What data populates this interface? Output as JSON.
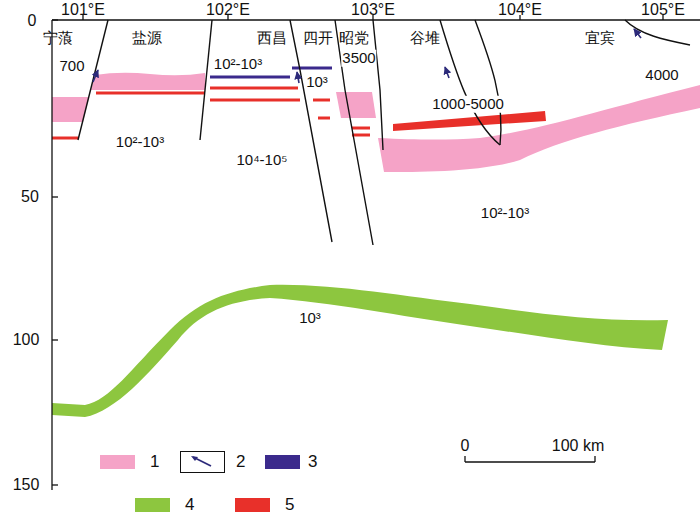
{
  "diagram": {
    "labels": [
      "101°E",
      "102°E",
      "103°E",
      "104°E",
      "105°E",
      "宁蒗",
      "盐源",
      "西昌",
      "四开",
      "昭党",
      "谷堆",
      "宜宾",
      "0",
      "50",
      "100",
      "150",
      "700",
      "10²-10³",
      "10³",
      "3500",
      "10²-10³",
      "10⁴-10⁵",
      "1000-5000",
      "10²-10³",
      "10³",
      "4000",
      "0",
      "100 km"
    ],
    "legend": [
      {
        "text": "1",
        "color": "#f5a3c7"
      },
      {
        "text": "2"
      },
      {
        "text": "3",
        "color": "#3b2a8c"
      },
      {
        "text": "4",
        "color": "#8dc63f"
      },
      {
        "text": "5",
        "color": "#e8302a"
      }
    ]
  }
}
